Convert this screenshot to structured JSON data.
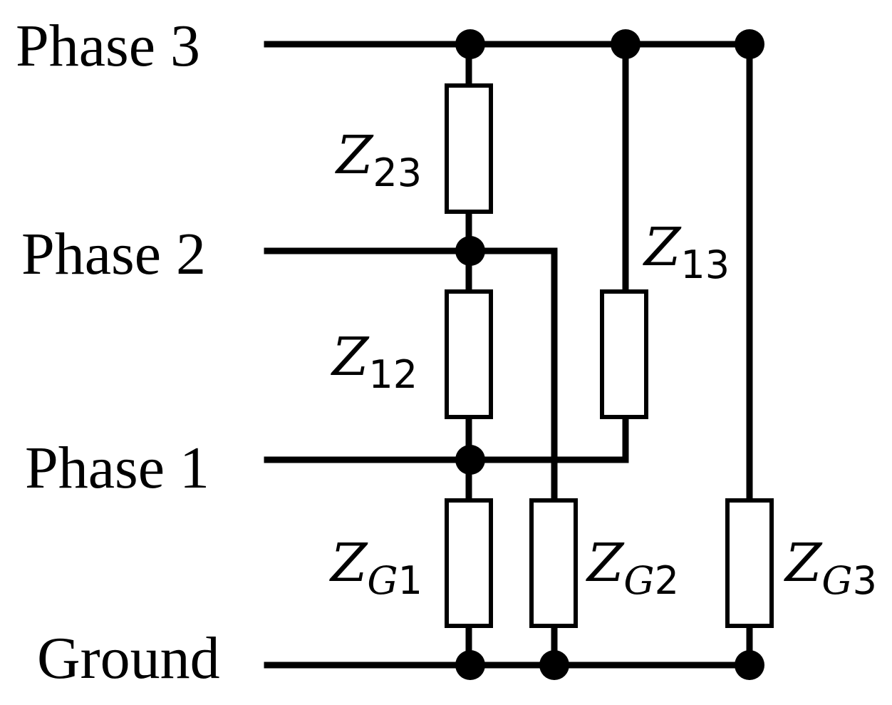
{
  "buses": {
    "phase3": "Phase 3",
    "phase2": "Phase 2",
    "phase1": "Phase 1",
    "ground": "Ground"
  },
  "impedances": {
    "z23": {
      "symbol": "Z",
      "subscript": "23"
    },
    "z12": {
      "symbol": "Z",
      "subscript": "12"
    },
    "z13": {
      "symbol": "Z",
      "subscript": "13"
    },
    "zg1": {
      "symbol": "Z",
      "sub_letter": "G",
      "sub_number": "1"
    },
    "zg2": {
      "symbol": "Z",
      "sub_letter": "G",
      "sub_number": "2"
    },
    "zg3": {
      "symbol": "Z",
      "sub_letter": "G",
      "sub_number": "3"
    }
  },
  "colors": {
    "line": "#000000",
    "background": "#ffffff"
  }
}
